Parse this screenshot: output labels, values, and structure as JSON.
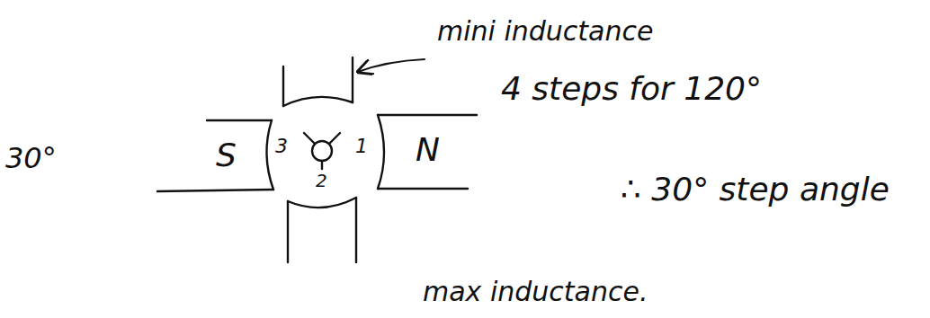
{
  "diagram": {
    "labels": [
      "mini inductance",
      "4 steps for 120°",
      "∴ 30° step angle",
      "max inductance.",
      "30°",
      "S",
      "N",
      "3",
      "1",
      "2"
    ]
  }
}
